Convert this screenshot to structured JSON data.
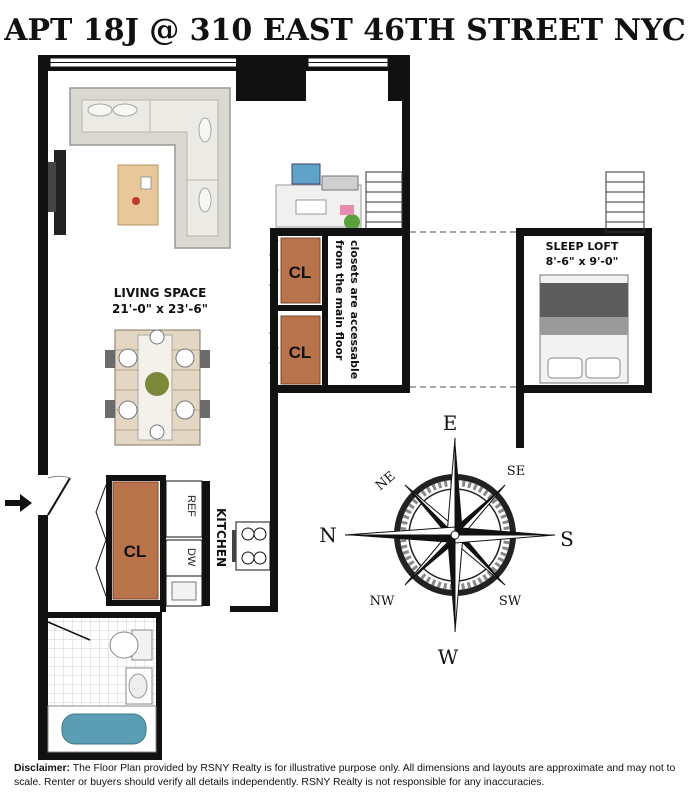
{
  "title": "APT 18J @ 310 EAST 46TH STREET NYC",
  "rooms": {
    "living": {
      "name": "LIVING SPACE",
      "dims": "21'-0\" x 23'-6\""
    },
    "sleep_loft": {
      "name": "SLEEP LOFT",
      "dims": "8'-6\" x 9'-0\""
    },
    "kitchen": {
      "name": "KITCHEN"
    }
  },
  "closets": {
    "label": "CL",
    "note_line1": "closets are accessable",
    "note_line2": "from the main floor"
  },
  "appliances": {
    "ref": "REF",
    "dw": "DW"
  },
  "compass": {
    "n": "N",
    "s": "S",
    "e": "E",
    "w": "W",
    "ne": "NE",
    "se": "SE",
    "nw": "NW",
    "sw": "SW"
  },
  "disclaimer": {
    "label": "Disclaimer:",
    "text": "The Floor Plan provided by RSNY Realty is for illustrative purpose only. All dimensions and layouts are approximate and may not to scale. Renter or buyers should verify all details independently. RSNY Realty is not responsible for any inaccuracies."
  },
  "colors": {
    "wall": "#111111",
    "closet": "#b8734a",
    "tub": "#5b9eb4",
    "sofa": "#d9d8d2"
  }
}
